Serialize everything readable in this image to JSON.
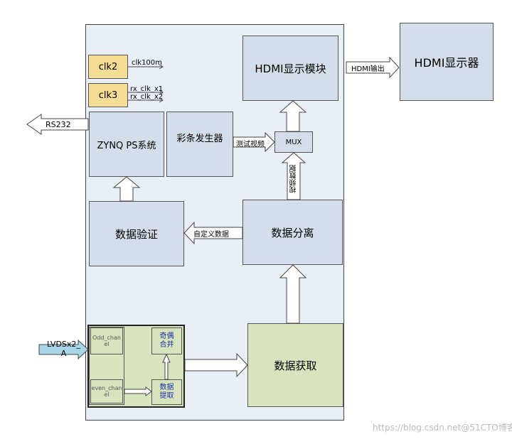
{
  "external": {
    "hdmi_display": "HDMI显示器",
    "rs232": "RS232",
    "lvds": "LVDSx2_\nA"
  },
  "clocks": {
    "clk2": "clk2",
    "clk3": "clk3",
    "clk100m": "clk100m",
    "rx_clk_x1": "rx_clk_x1",
    "rx_clk_x2": "rx_clk_x2"
  },
  "blocks": {
    "zynq_ps": "ZYNQ PS系统",
    "color_bar": "彩条发生器",
    "hdmi_module": "HDMI显示模块",
    "mux": "MUX",
    "data_verify": "数据验证",
    "data_split": "数据分离",
    "data_acquire": "数据获取",
    "odd_channel": "Odd_chan\nel",
    "even_channel": "even_chan\nel",
    "odd_even_merge": "奇偶\n合并",
    "data_extract": "数据\n提取"
  },
  "signals": {
    "hdmi_output": "HDMI输出",
    "test_video": "测试视频",
    "video_data": "视频数据",
    "custom_data": "自定义数据"
  },
  "watermark": "https://blog.csdn.net@51CTO博客"
}
